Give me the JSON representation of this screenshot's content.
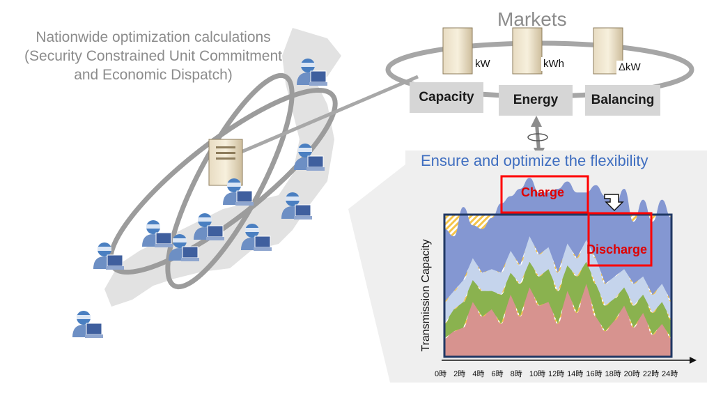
{
  "left_title": {
    "line1": "Nationwide optimization calculations",
    "line2": "(Security Constrained Unit Commitment",
    "line3": "and Economic Dispatch)"
  },
  "markets": {
    "title": "Markets",
    "items": [
      {
        "name": "Capacity",
        "unit": "kW"
      },
      {
        "name": "Energy",
        "unit": "kWh"
      },
      {
        "name": "Balancing",
        "unit": "ΔkW"
      }
    ]
  },
  "flex_text": "Ensure and optimize the flexibility",
  "chart_data": {
    "type": "area",
    "ylabel": "Transmission Capacity",
    "xlabel": "",
    "x_ticks": [
      "0時",
      "2時",
      "4時",
      "6時",
      "8時",
      "10時",
      "12時",
      "14時",
      "16時",
      "18時",
      "20時",
      "22時",
      "24時"
    ],
    "x": [
      0,
      1,
      2,
      3,
      4,
      5,
      6,
      7,
      8,
      9,
      10,
      11,
      12,
      13,
      14,
      15,
      16,
      17,
      18,
      19,
      20,
      21,
      22,
      23,
      24
    ],
    "ylim": [
      0,
      100
    ],
    "series": [
      {
        "values": [
          10,
          14,
          16,
          30,
          22,
          26,
          18,
          34,
          22,
          38,
          28,
          30,
          18,
          36,
          24,
          40,
          22,
          14,
          20,
          28,
          16,
          24,
          12,
          18,
          10
        ]
      },
      {
        "values": [
          8,
          12,
          14,
          12,
          14,
          10,
          16,
          12,
          18,
          14,
          16,
          18,
          18,
          14,
          20,
          12,
          18,
          14,
          12,
          10,
          12,
          10,
          12,
          12,
          10
        ]
      },
      {
        "values": [
          12,
          10,
          12,
          12,
          10,
          12,
          12,
          12,
          10,
          14,
          12,
          12,
          10,
          12,
          10,
          12,
          14,
          12,
          12,
          10,
          12,
          10,
          10,
          10,
          10
        ]
      },
      {
        "values": [
          40,
          30,
          40,
          18,
          24,
          28,
          38,
          30,
          42,
          32,
          34,
          30,
          46,
          34,
          36,
          26,
          40,
          48,
          38,
          44,
          34,
          42,
          40,
          46,
          46
        ]
      }
    ],
    "capacity_limit": 82,
    "annotations": [
      "Charge",
      "Discharge"
    ],
    "colors": {
      "bottom": "#d7938f",
      "green": "#8ab24f",
      "light_blue": "#c5d4ec",
      "blue": "#8497d2",
      "hatch": "#f5c44a",
      "frame": "#203864",
      "highlight": "#ff0000"
    }
  }
}
